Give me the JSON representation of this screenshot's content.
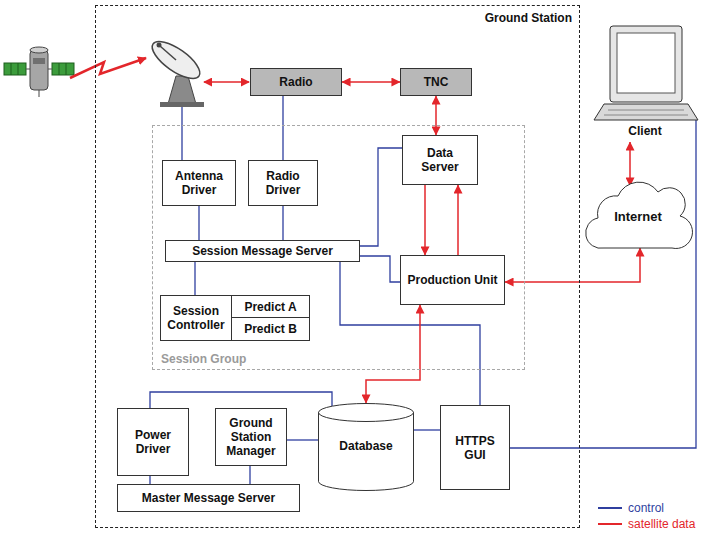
{
  "diagram": {
    "nodes": [
      {
        "text": [
          "Ground Station"
        ]
      },
      {
        "text": [
          "Radio"
        ],
        "in": 0
      },
      {
        "text": [
          "TNC"
        ],
        "in": 0
      },
      {
        "text": [
          "Session Group"
        ],
        "in": 0
      },
      {
        "text": [
          "Antenna Driver"
        ],
        "in": 3
      },
      {
        "text": [
          "Radio Driver"
        ],
        "in": 3
      },
      {
        "text": [
          "Data Server"
        ],
        "in": 3
      },
      {
        "text": [
          "Session Message Server"
        ],
        "in": 3
      },
      {
        "text": [
          "Production Unit"
        ],
        "in": 3
      },
      {
        "text": [
          "Session Controller"
        ],
        "in": 3
      },
      {
        "text": [
          "Predict A"
        ],
        "in": 3
      },
      {
        "text": [
          "Predict B"
        ],
        "in": 3
      },
      {
        "text": [
          "Power Driver"
        ],
        "in": 0
      },
      {
        "text": [
          "Ground Station Manager"
        ],
        "in": 0
      },
      {
        "text": [
          "Database"
        ],
        "in": 0
      },
      {
        "text": [
          "HTTPS GUI"
        ],
        "in": 0
      },
      {
        "text": [
          "Master Message Server"
        ],
        "in": 0
      },
      {
        "text": [
          "Client"
        ]
      },
      {
        "text": [
          "Internet"
        ]
      }
    ],
    "edges": [
      {
        "from": 1,
        "to": 2,
        "arrow": "both"
      },
      {
        "from": 2,
        "to": 6,
        "arrow": "both"
      },
      {
        "from": 6,
        "to": 8,
        "arrow": "to"
      },
      {
        "from": 8,
        "to": 6,
        "arrow": "to"
      },
      {
        "from": 5,
        "to": 1,
        "arrow": "none"
      },
      {
        "from": 4,
        "to": 7,
        "arrow": "none"
      },
      {
        "from": 5,
        "to": 7,
        "arrow": "none"
      },
      {
        "from": 6,
        "to": 7,
        "arrow": "none"
      },
      {
        "from": 7,
        "to": 8,
        "arrow": "none"
      },
      {
        "from": 7,
        "to": 9,
        "arrow": "none"
      },
      {
        "from": 7,
        "to": 15,
        "arrow": "none"
      },
      {
        "from": 8,
        "to": 14,
        "arrow": "both"
      },
      {
        "from": 8,
        "to": 18,
        "arrow": "both"
      },
      {
        "from": 17,
        "to": 18,
        "arrow": "both"
      },
      {
        "from": 17,
        "to": 15,
        "arrow": "none"
      },
      {
        "from": 14,
        "to": 15,
        "arrow": "none"
      },
      {
        "from": 12,
        "to": 14,
        "arrow": "none"
      },
      {
        "from": 13,
        "to": 14,
        "arrow": "none"
      },
      {
        "from": 12,
        "to": 16,
        "arrow": "none"
      },
      {
        "from": 13,
        "to": 16,
        "arrow": "none"
      }
    ],
    "legend": [
      {
        "text": "control",
        "color": "#2f3f9f"
      },
      {
        "text": "satellite data",
        "color": "#e3262b"
      }
    ]
  }
}
